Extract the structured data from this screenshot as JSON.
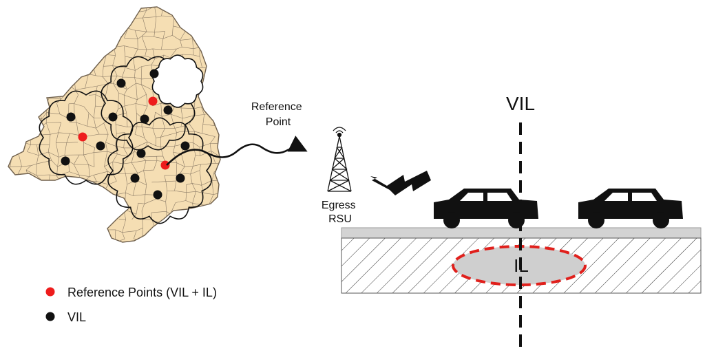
{
  "labels": {
    "reference_point": [
      "Reference",
      "Point"
    ],
    "egress_rsu": [
      "Egress",
      "RSU"
    ],
    "vil_axis": "VIL",
    "il_zone": "IL"
  },
  "legend": {
    "items": [
      {
        "label": "Reference Points (VIL + IL)",
        "color": "#ee1c1c"
      },
      {
        "label": "VIL",
        "color": "#111111"
      }
    ]
  },
  "colors": {
    "region_fill": "#f5deb3",
    "region_border": "#8a7a66",
    "reference_dot": "#ee1c1c",
    "vil_dot": "#111111",
    "road": "#d3d3d3",
    "il_fill": "#cfcfcf",
    "il_border": "#e0201c"
  }
}
